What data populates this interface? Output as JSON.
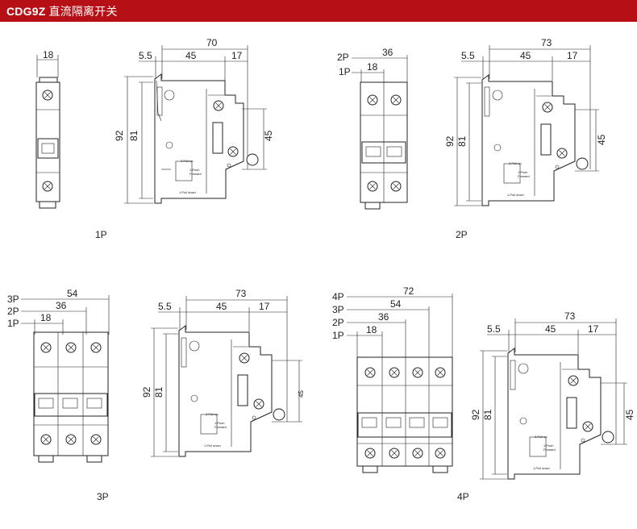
{
  "header": {
    "model": "CDG9Z",
    "title_zh": "直流隔离开关"
  },
  "labels": {
    "p1": "1P",
    "p2": "2P",
    "p3": "3P",
    "p4": "4P"
  },
  "poles": {
    "p1": "1P",
    "p2": "2P",
    "p3": "3P",
    "p4": "4P"
  },
  "front_dims": {
    "w1": "18",
    "w2": "36",
    "w3": "54",
    "w4": "72"
  },
  "side_dims": {
    "a": {
      "top": "70",
      "left": "5.5",
      "mid": "45",
      "right": "17",
      "h_outer": "92",
      "h_inner": "81",
      "h_right": "45"
    },
    "b": {
      "top": "73",
      "left": "5.5",
      "mid": "45",
      "right": "17",
      "h_outer": "92",
      "h_inner": "81",
      "h_right": "45"
    }
  },
  "side_text": {
    "pull_up": "2.Pull up",
    "push_forward": "1.Push",
    "forward": "Forward",
    "pull_down": "1.Pull down"
  },
  "colors": {
    "header": "#b60f16",
    "line": "#222222"
  }
}
